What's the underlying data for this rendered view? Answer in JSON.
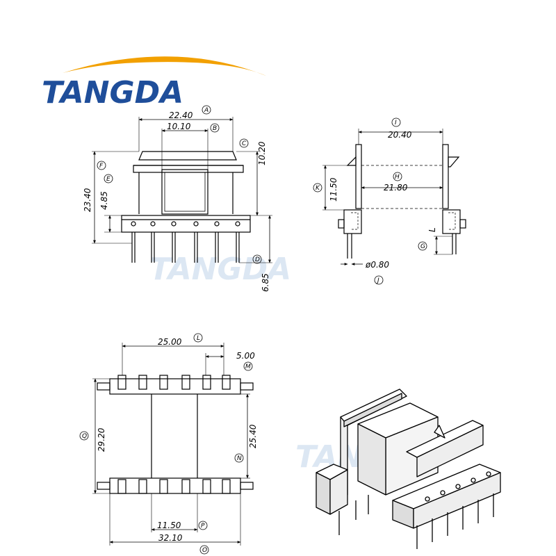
{
  "brand": {
    "logo_text": "TANGDA",
    "watermark_text": "TANGDA",
    "colors": {
      "logo_blue": "#1f4e9a",
      "arc_orange": "#f2a000",
      "watermark": "#d6e3f2",
      "line": "#000000"
    }
  },
  "views": {
    "front": {
      "dims": {
        "A": "22.40",
        "B": "10.10",
        "C": "10.20",
        "F": "23.40",
        "E": "4.85",
        "D": "6.85"
      },
      "markers": {
        "A": "A",
        "B": "B",
        "C": "C",
        "F": "F",
        "E": "E",
        "D": "D"
      }
    },
    "side": {
      "dims": {
        "I": "20.40",
        "H": "21.80",
        "K": "11.50",
        "J": "ø0.80",
        "L": "L"
      },
      "markers": {
        "I": "I",
        "H": "H",
        "K": "K",
        "J": "J",
        "G": "G"
      }
    },
    "bottom": {
      "dims": {
        "L": "25.00",
        "M": "5.00",
        "Q": "29.20",
        "N": "25.40",
        "P": "11.50",
        "O": "32.10"
      },
      "markers": {
        "L": "L",
        "M": "M",
        "Q": "Q",
        "N": "N",
        "P": "P",
        "O": "O"
      }
    },
    "isometric": {
      "icon": "bobbin-3d-icon"
    }
  }
}
